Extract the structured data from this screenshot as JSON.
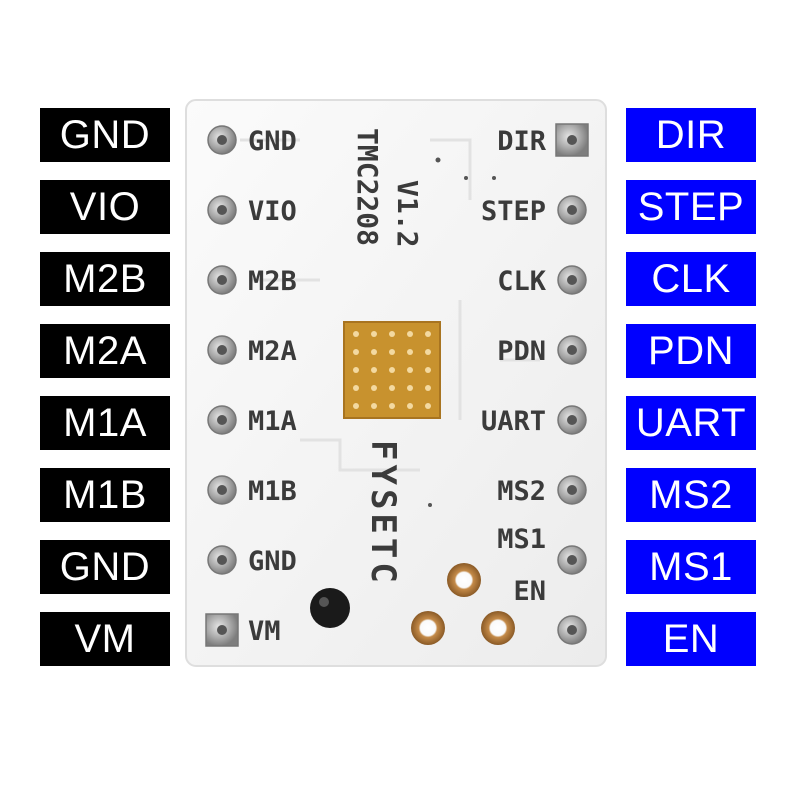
{
  "left_pins": [
    "GND",
    "VIO",
    "M2B",
    "M2A",
    "M1A",
    "M1B",
    "GND",
    "VM"
  ],
  "right_pins": [
    "DIR",
    "STEP",
    "CLK",
    "PDN",
    "UART",
    "MS2",
    "MS1",
    "EN"
  ],
  "board": {
    "left_silk": [
      "GND",
      "VIO",
      "M2B",
      "M2A",
      "M1A",
      "M1B",
      "GND",
      "VM"
    ],
    "right_silk": [
      "DIR",
      "STEP",
      "CLK",
      "PDN",
      "UART",
      "MS2",
      "MS1",
      "EN"
    ],
    "chip_name": "TMC2208",
    "version": "V1.2",
    "brand": "FYSETC"
  },
  "colors": {
    "left_label_bg": "#000000",
    "right_label_bg": "#0000ff",
    "label_text": "#ffffff",
    "board": "#f4f4f4",
    "pad": "#b8b8b8",
    "heatsink_pad": "#c8922e"
  }
}
